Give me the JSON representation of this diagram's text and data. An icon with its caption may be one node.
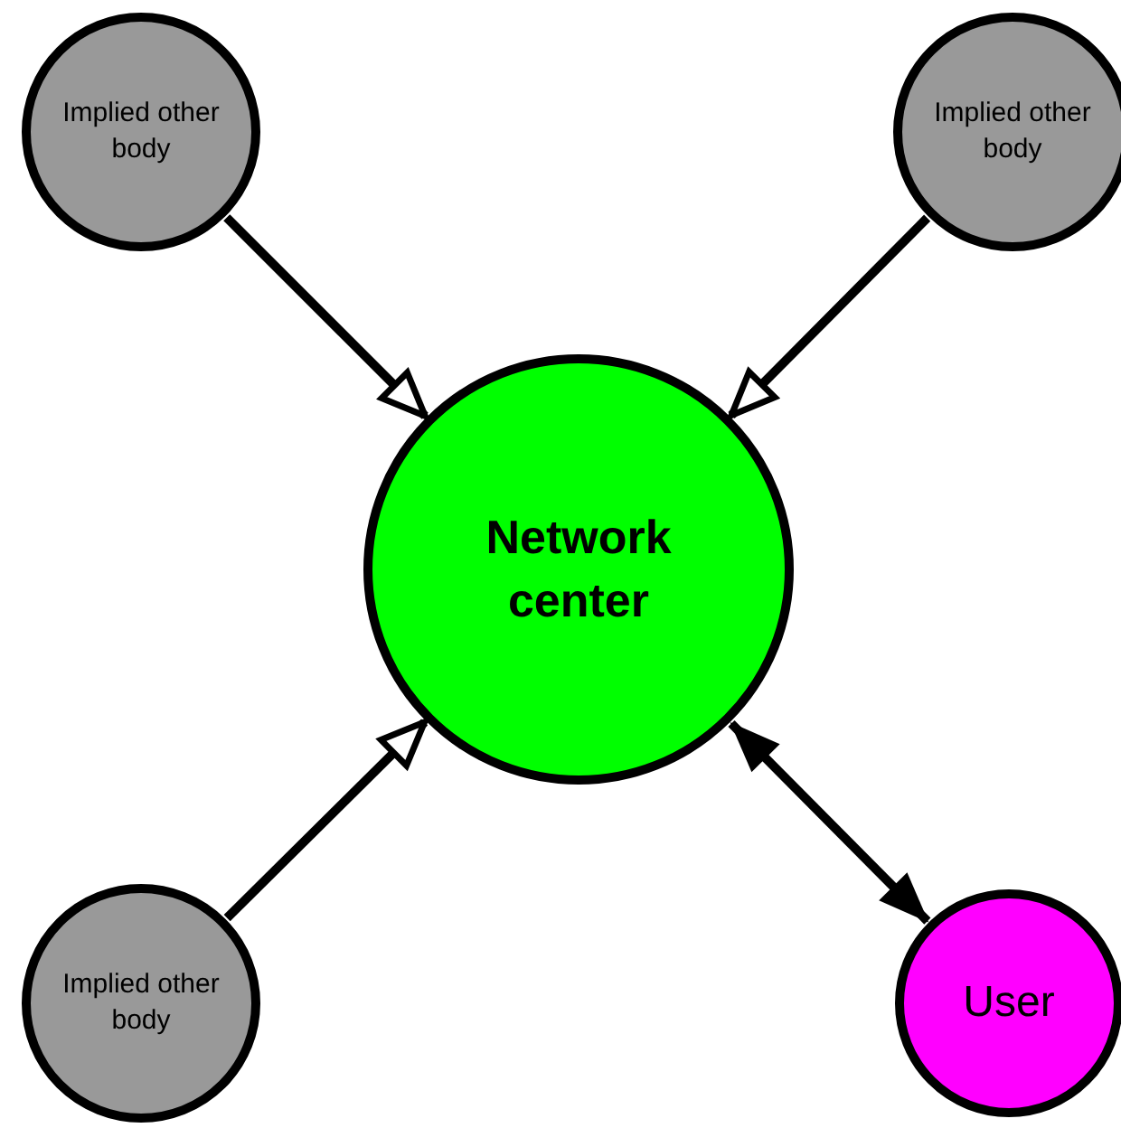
{
  "diagram": {
    "nodes": [
      {
        "text": [
          "Implied other body"
        ]
      },
      {
        "text": [
          "Implied other body"
        ]
      },
      {
        "text": [
          "Network center"
        ]
      },
      {
        "text": [
          "Implied other body"
        ]
      },
      {
        "text": [
          "User"
        ]
      }
    ],
    "edges": [
      {
        "from": 0,
        "to": 2,
        "arrow": "to"
      },
      {
        "from": 1,
        "to": 2,
        "arrow": "to"
      },
      {
        "from": 3,
        "to": 2,
        "arrow": "to"
      },
      {
        "from": 4,
        "to": 2,
        "arrow": "both"
      }
    ]
  }
}
